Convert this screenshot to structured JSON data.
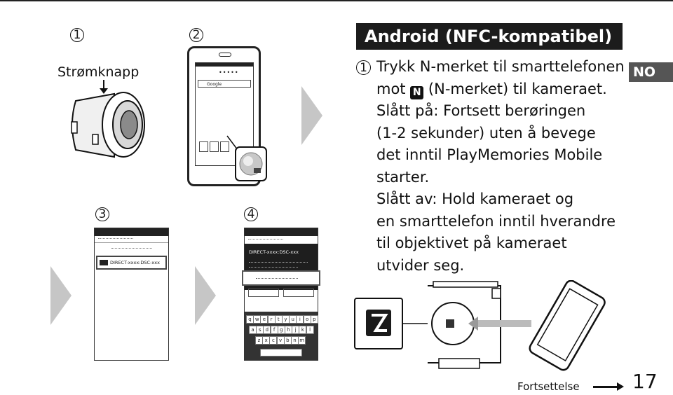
{
  "steps_left": {
    "step1_number": "1",
    "step1_label": "Strømknapp",
    "step2_number": "2",
    "step3_number": "3",
    "step4_number": "4",
    "search_text": "Google",
    "ssid_list_item": "DIRECT-xxxx:DSC-xxx",
    "ssid_dialog_title": "DIRECT-xxxx:DSC-xxx",
    "keyboard_row1": [
      "q",
      "w",
      "e",
      "r",
      "t",
      "y",
      "u",
      "i",
      "o",
      "p"
    ],
    "keyboard_row2": [
      "a",
      "s",
      "d",
      "f",
      "g",
      "h",
      "j",
      "k",
      "l"
    ],
    "keyboard_row3": [
      "z",
      "x",
      "c",
      "v",
      "b",
      "n",
      "m"
    ]
  },
  "section": {
    "heading": "Android (NFC-kompatibel)",
    "language_tab": "NO",
    "step_number": "1",
    "line1": "Trykk N-merket til smarttelefonen",
    "line2_pre": "mot",
    "nmark": "N",
    "line2_post": "(N-merket) til kameraet.",
    "line3": "Slått på: Fortsett berøringen",
    "line4": "(1-2 sekunder) uten å bevege",
    "line5": "det inntil PlayMemories Mobile",
    "line6": "starter.",
    "line7": "Slått av: Hold kameraet og",
    "line8": "en smarttelefon inntil hverandre",
    "line9": "til objektivet på kameraet",
    "line10": "utvider seg."
  },
  "footer": {
    "continue_label": "Fortsettelse",
    "page_number": "17"
  },
  "colors": {
    "heading_bg": "#1c1c1c",
    "language_tab_bg": "#555555",
    "arrow_gray": "#c6c6c6"
  }
}
